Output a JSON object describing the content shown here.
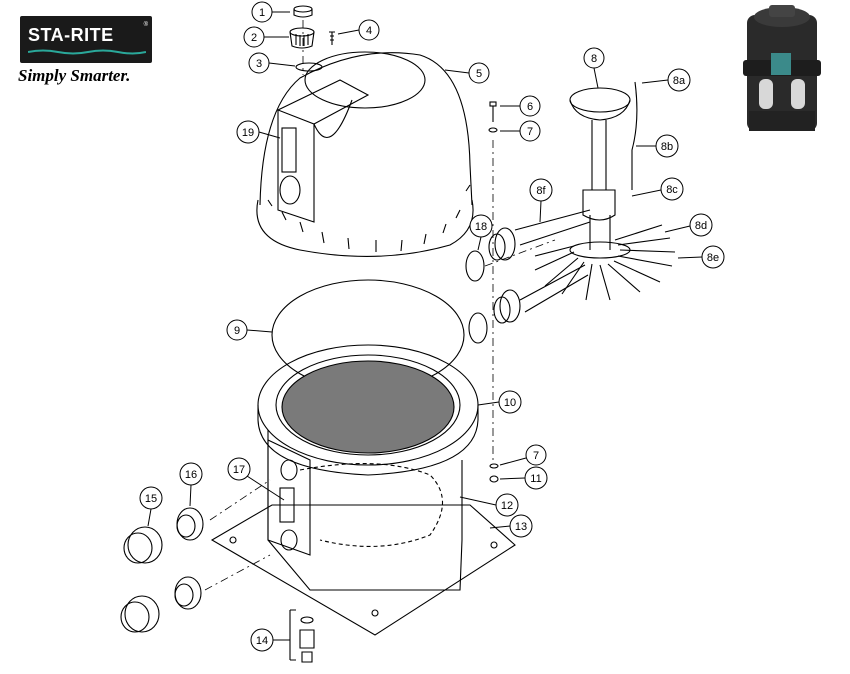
{
  "brand": {
    "logo_text": "STA-RITE",
    "registered_mark": "®",
    "tagline": "Simply Smarter."
  },
  "callouts": [
    {
      "id": "c1",
      "label": "1"
    },
    {
      "id": "c2",
      "label": "2"
    },
    {
      "id": "c3",
      "label": "3"
    },
    {
      "id": "c4",
      "label": "4"
    },
    {
      "id": "c5",
      "label": "5"
    },
    {
      "id": "c6",
      "label": "6"
    },
    {
      "id": "c7a",
      "label": "7"
    },
    {
      "id": "c7b",
      "label": "7"
    },
    {
      "id": "c8",
      "label": "8"
    },
    {
      "id": "c8a",
      "label": "8a"
    },
    {
      "id": "c8b",
      "label": "8b"
    },
    {
      "id": "c8c",
      "label": "8c"
    },
    {
      "id": "c8d",
      "label": "8d"
    },
    {
      "id": "c8e",
      "label": "8e"
    },
    {
      "id": "c8f",
      "label": "8f"
    },
    {
      "id": "c9",
      "label": "9"
    },
    {
      "id": "c10",
      "label": "10"
    },
    {
      "id": "c11",
      "label": "11"
    },
    {
      "id": "c12",
      "label": "12"
    },
    {
      "id": "c13",
      "label": "13"
    },
    {
      "id": "c14",
      "label": "14"
    },
    {
      "id": "c15",
      "label": "15"
    },
    {
      "id": "c16",
      "label": "16"
    },
    {
      "id": "c17",
      "label": "17"
    },
    {
      "id": "c18",
      "label": "18"
    },
    {
      "id": "c19",
      "label": "19"
    }
  ],
  "colors": {
    "logo_bg": "#1a1a1a",
    "logo_wave": "#2aa89a",
    "line": "#000000",
    "filter_grid": "#7a7a7a"
  }
}
